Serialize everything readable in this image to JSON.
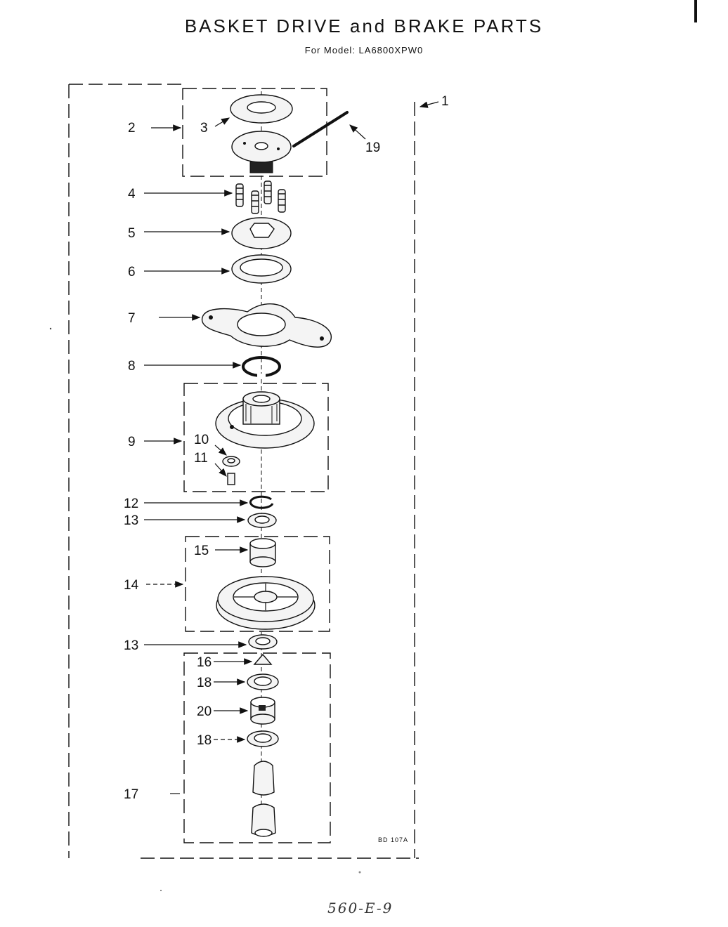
{
  "title": "BASKET DRIVE and BRAKE PARTS",
  "subtitle": "For Model: LA6800XPW0",
  "labels": {
    "p1": "1",
    "p2": "2",
    "p3": "3",
    "p4": "4",
    "p5": "5",
    "p6": "6",
    "p7": "7",
    "p8": "8",
    "p9": "9",
    "p10": "10",
    "p11": "11",
    "p12": "12",
    "p13a": "13",
    "p13b": "13",
    "p14": "14",
    "p15": "15",
    "p16": "16",
    "p17": "17",
    "p18a": "18",
    "p18b": "18",
    "p19": "19",
    "p20": "20"
  },
  "figure_code": "BD 107A",
  "handwritten_note": "560-E-9"
}
